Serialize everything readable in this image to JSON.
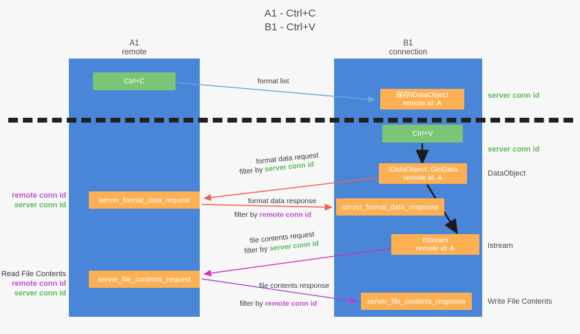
{
  "title": "A1 - Ctrl+C\nB1 - Ctrl+V",
  "columns": {
    "left": {
      "name": "A1",
      "role": "remote",
      "header": "A1\nremote"
    },
    "right": {
      "name": "B1",
      "role": "connection",
      "header": "B1\nconnection"
    }
  },
  "nodes": {
    "ctrl_c": {
      "label": "Ctrl+C",
      "color": "#7cc576"
    },
    "ctrl_v": {
      "label": "Ctrl+V",
      "color": "#7cc576"
    },
    "save_idataobject": {
      "label": "保存IDataObject\nremote id: A",
      "color": "#fcb053"
    },
    "getdata": {
      "label": "IDataObject::GetData\nremote id: A",
      "color": "#fcb053"
    },
    "istream": {
      "label": "IStream\nremote id: A",
      "color": "#fcb053"
    },
    "server_format_data_request": {
      "label": "server_format_data_request",
      "color": "#fcb053"
    },
    "server_format_data_response": {
      "label": "server_format_data_response",
      "color": "#fcb053"
    },
    "server_file_contents_request": {
      "label": "server_file_contents_request",
      "color": "#fcb053"
    },
    "server_file_contents_response": {
      "label": "server_file_contents_response",
      "color": "#fcb053"
    }
  },
  "edges": {
    "format_list": "format list",
    "format_data_request": "format data request",
    "format_data_request_filter_prefix": "filter by ",
    "format_data_request_filter_key": "server conn id",
    "format_data_response": "format data response",
    "format_data_response_filter_prefix": "filter by ",
    "format_data_response_filter_key": "remote conn id",
    "file_contents_request": "file contents request",
    "file_contents_request_filter_prefix": "filter by ",
    "file_contents_request_filter_key": "server conn id",
    "file_contents_response": "file contents response",
    "file_contents_response_filter_prefix": "filter by ",
    "file_contents_response_filter_key": "remote conn id"
  },
  "side_notes": {
    "server_conn_id_top": "server conn id",
    "server_conn_id_mid": "server conn id",
    "dataobject": "DataObject",
    "istream": "Istream",
    "write_file_contents": "Write File Contents"
  },
  "left_notes": {
    "remote_conn_id_1": "remote conn id",
    "server_conn_id_1": "server conn id",
    "read_file_contents": "Read File Contents",
    "remote_conn_id_2": "remote conn id",
    "server_conn_id_2": "server conn id"
  },
  "colors": {
    "lane": "#4a86d8",
    "green_node": "#7cc576",
    "orange_node": "#fcb053",
    "server_conn_id": "#5bb85b",
    "remote_conn_id": "#c04fd0",
    "arrow_blue": "#6aa8e0",
    "arrow_red": "#f2604f",
    "arrow_magenta": "#cc33bb",
    "arrow_purple": "#a64ad0",
    "arrow_black": "#1a1a1a",
    "divider": "#212121",
    "background": "#f7f7f7"
  }
}
